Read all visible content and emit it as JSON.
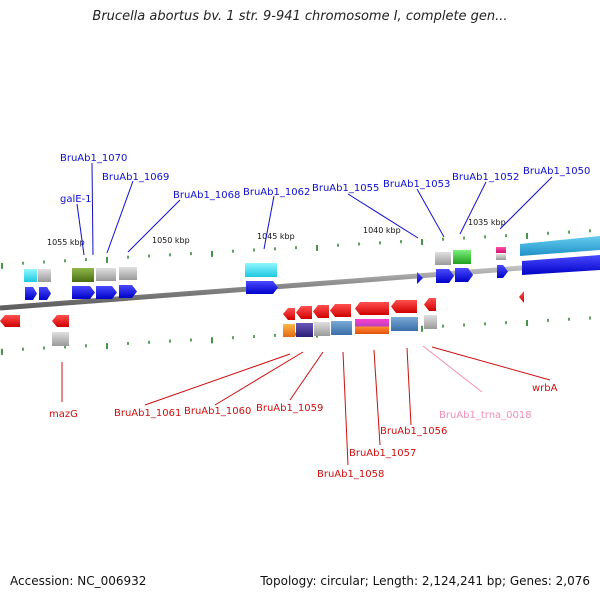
{
  "title": "Brucella abortus bv. 1 str. 9-941 chromosome I, complete gen...",
  "footer": {
    "accession": "Accession: NC_006932",
    "stats": "Topology: circular; Length: 2,124,241 bp; Genes: 2,076"
  },
  "kbp_labels": [
    "1055 kbp",
    "1050 kbp",
    "1045 kbp",
    "1040 kbp",
    "1035 kbp"
  ],
  "top_labels": [
    "BruAb1_1070",
    "galE-1",
    "BruAb1_1069",
    "BruAb1_1068",
    "BruAb1_1062",
    "BruAb1_1055",
    "BruAb1_1053",
    "BruAb1_1052",
    "BruAb1_1050"
  ],
  "bottom_labels": [
    "mazG",
    "BruAb1_1061",
    "BruAb1_1060",
    "BruAb1_1059",
    "BruAb1_1058",
    "BruAb1_1057",
    "BruAb1_1056",
    "BruAb1_trna_0018",
    "wrbA"
  ],
  "colors": {
    "forward": "#0a0ae6",
    "reverse": "#ee1111",
    "top_label": "#1010cc",
    "bottom_label": "#cc1010",
    "trna_label": "#f28fb8",
    "tick": "#1a7a1a",
    "backbone": "#8a8a8a"
  }
}
